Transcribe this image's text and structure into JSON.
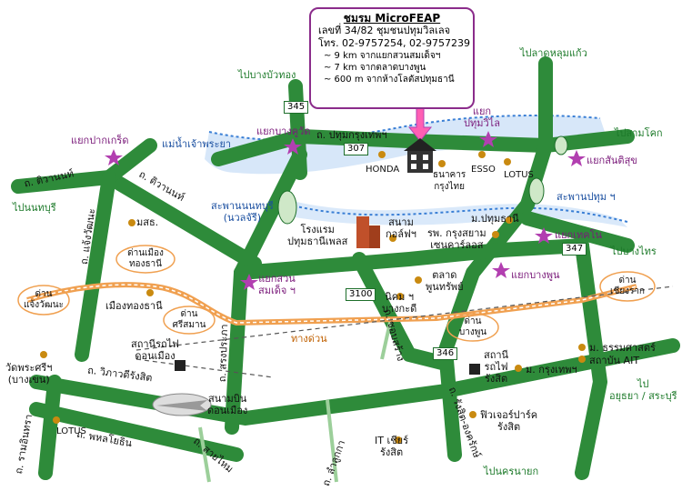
{
  "info_box": {
    "title": "ชมรม MicroFEAP",
    "address": "เลขที่ 34/82 ชุมชนปทุมวิลเลจ",
    "phone": "โทร. 02-9757254, 02-9757239",
    "distances": [
      "~  9 km  จากแยกสวนสมเด็จฯ",
      "~  7 km  จากตลาดบางพูน",
      "~ 600 m  จากห้างโลตัสปทุมธานี"
    ]
  },
  "destinations": {
    "bang_bua_thong": "ไปบางบัวทอง",
    "lat_lum_kaeo": "ไปลาดหลุมแก้ว",
    "sam_khok": "ไปสามโคก",
    "nonthaburi": "ไปนนทบุรี",
    "bang_phun": "ไปบางไทร",
    "ayutthaya": "ไป\nอยุธยา / สระบุรี",
    "nakhon_nayok": "ไปนครนายก"
  },
  "junctions": {
    "pak_kret": "แยกปากเกร็ด",
    "bang_khu_wat": "แยกบางคูวัด",
    "pathum_villa": "แยก\nปทุมวิไล",
    "sanphasit": "แยกสันติสุข",
    "suan_somdet": "แยกสวน\nสมเด็จ ฯ",
    "techno": "แยกเทคโน",
    "bang_phun": "แยกบางพูน"
  },
  "roads": {
    "pathum_krungthep": "ถ. ปทุมกรุงเทพฯ",
    "tiwanon_1": "ถ. ติวานนท์",
    "tiwanon_2": "ถ. ติวานนท์",
    "chaengwattana": "ถ. แจ้งวัฒนะ",
    "songprapa": "ถ. สรงประภา",
    "vibhavadi": "ถ. วิภาวดีรังสิต",
    "phahonyothin": "ถ. พหลโยธิน",
    "ram_intra": "ถ. รามอินทรา",
    "saiyai": "ถ. สายไหม",
    "lam_luk_ka": "ถ. ลำลูกกา",
    "rangsit_ongkharak": "ถ. รังสิต-องครักษ์",
    "chom_thong": "ถ. ชอบสร้าง",
    "expressway": "ทางด่วน"
  },
  "route_numbers": {
    "r345": "345",
    "r307": "307",
    "r347": "347",
    "r3100": "3100",
    "r346": "346"
  },
  "river": "แม่น้ำเจ้าพระยา",
  "bridges": {
    "nonthaburi": "สะพานนนทบุรี\n(นวลจัรี)",
    "pathum": "สะพานปทุม ฯ"
  },
  "places": {
    "honda": "HONDA",
    "ktb": "ธนาคาร\nกรุงไทย",
    "esso": "ESSO",
    "lotus_top": "LOTUS",
    "hotel": "โรงแรม\nปทุมธานีเพลส",
    "golf": "สนาม\nกอล์ฟฯ",
    "m_pathum": "ม.ปทุมธานี",
    "hospital": "รพ. กรุงสยาม\nเซนคาร์ลอส",
    "market": "ตลาด\nพูนทรัพย์",
    "msd": "มสธ.",
    "nikhom": "นิคม ฯ\nบางกะดี",
    "wat_phra_si": "วัดพระศรีฯ\n(บางเขน)",
    "lotus_bottom": "LOTUS",
    "don_mueang_station": "สถานีรถไฟ\nดอนเมือง",
    "airport": "สนามบิน\nดอนเมือง",
    "rangsit_station": "สถานี\nรถไฟ\nรังสิต",
    "thammasat": "ม. ธรรมศาสตร์",
    "ait": "สถาบัน AIT",
    "m_krungthep": "ม. กรุงเทพฯ",
    "future_park": "ฟิวเจอร์ปาร์ค\nรังสิต",
    "it_square": "IT เชียร์\nรังสิต",
    "mueang_thong": "เมืองทองธานี"
  },
  "tollgates": {
    "chaengwattana": "ด่าน\nแจ้งวัฒนะ",
    "mueang_thong": "ด่านเมือง\nทองธานี",
    "si_saman": "ด่าน\nศรีสมาน",
    "bang_phun": "ด่าน\nบางพูน",
    "chiang_rak": "ด่าน\nเชียงราก"
  },
  "colors": {
    "road": "#2e8b3a",
    "road_edge": "#1d6e2a",
    "expressway": "#f0a050",
    "river": "#3a7fd5",
    "water": "#bcd7f5",
    "junction_star": "#b23fb0",
    "poi": "#c98a10",
    "info_border": "#8b2c8b",
    "arrow": "#ff5fb3"
  }
}
